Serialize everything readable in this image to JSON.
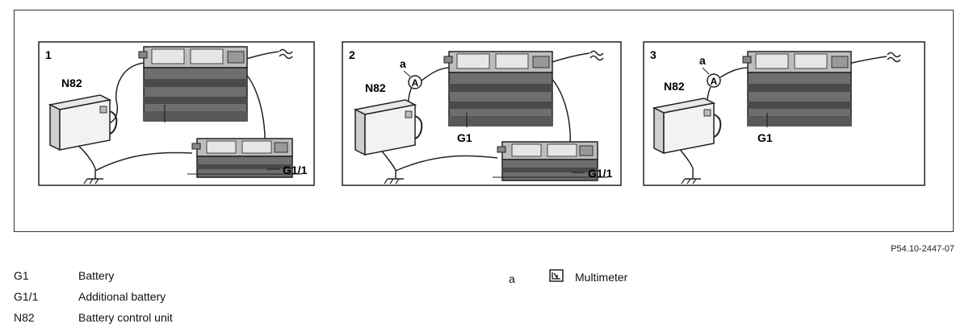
{
  "panels": [
    {
      "number": "1",
      "control_unit": "N82",
      "battery_label": "",
      "extra_battery_label": "G1/1",
      "meter_label": "",
      "meter_symbol": ""
    },
    {
      "number": "2",
      "control_unit": "N82",
      "battery_label": "G1",
      "extra_battery_label": "G1/1",
      "meter_label": "a",
      "meter_symbol": "A"
    },
    {
      "number": "3",
      "control_unit": "N82",
      "battery_label": "G1",
      "extra_battery_label": "",
      "meter_label": "a",
      "meter_symbol": "A"
    }
  ],
  "reference": "P54.10-2447-07",
  "legend": [
    {
      "code": "G1",
      "description": "Battery"
    },
    {
      "code": "G1/1",
      "description": "Additional battery"
    },
    {
      "code": "N82",
      "description": "Battery control unit"
    }
  ],
  "legend_right": {
    "code": "a",
    "icon": "multimeter-symbol-icon",
    "description": "Multimeter"
  }
}
